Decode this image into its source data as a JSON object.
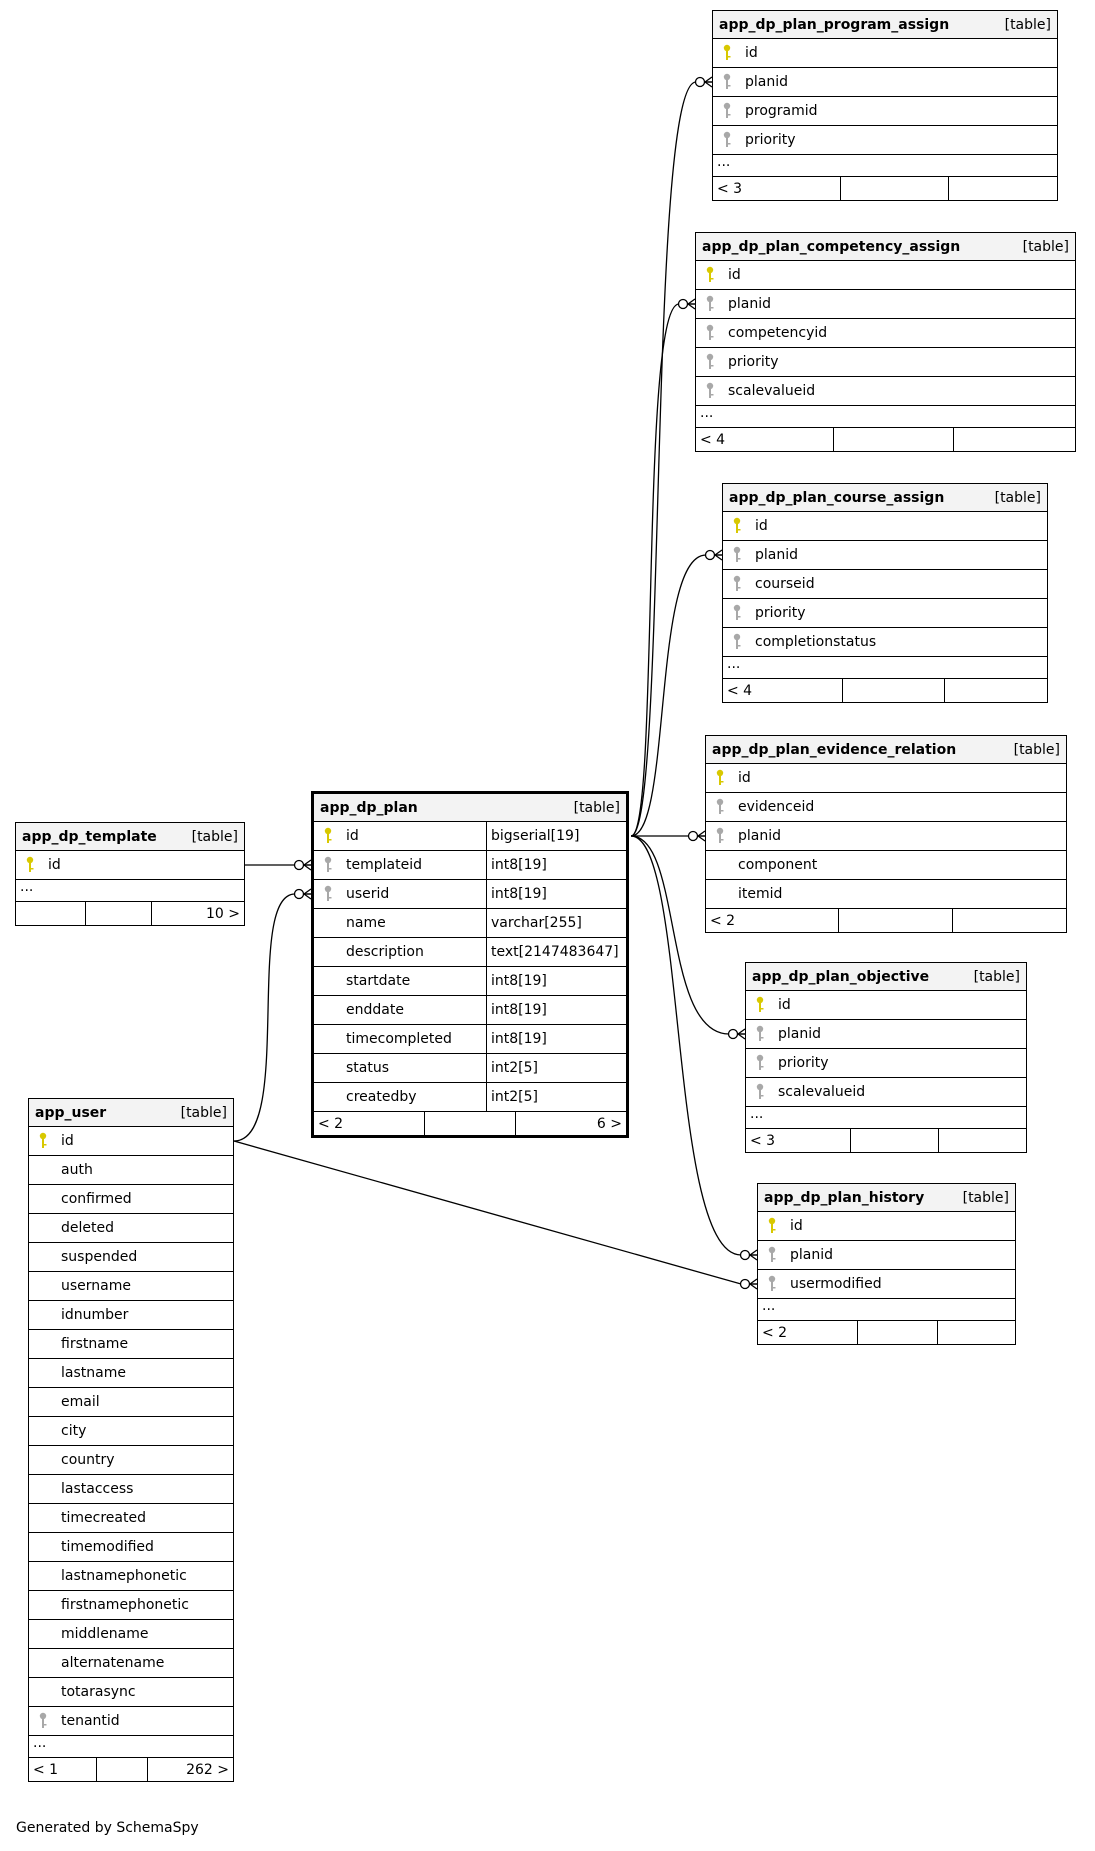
{
  "diagram": {
    "footer": "Generated by SchemaSpy",
    "colors": {
      "primary_key": "#d8c800",
      "foreign_key": "#a8a8a8",
      "header_bg": "#f3f3f3",
      "line": "#000000"
    },
    "tables": [
      {
        "id": "app_dp_plan_program_assign",
        "name": "app_dp_plan_program_assign",
        "type": "[table]",
        "columns": [
          {
            "name": "id",
            "key": "pk"
          },
          {
            "name": "planid",
            "key": "fk"
          },
          {
            "name": "programid",
            "key": "fk"
          },
          {
            "name": "priority",
            "key": "fk"
          }
        ],
        "ellipsis": "...",
        "footer": [
          "< 3",
          "",
          ""
        ]
      },
      {
        "id": "app_dp_plan_competency_assign",
        "name": "app_dp_plan_competency_assign",
        "type": "[table]",
        "columns": [
          {
            "name": "id",
            "key": "pk"
          },
          {
            "name": "planid",
            "key": "fk"
          },
          {
            "name": "competencyid",
            "key": "fk"
          },
          {
            "name": "priority",
            "key": "fk"
          },
          {
            "name": "scalevalueid",
            "key": "fk"
          }
        ],
        "ellipsis": "...",
        "footer": [
          "< 4",
          "",
          ""
        ]
      },
      {
        "id": "app_dp_plan_course_assign",
        "name": "app_dp_plan_course_assign",
        "type": "[table]",
        "columns": [
          {
            "name": "id",
            "key": "pk"
          },
          {
            "name": "planid",
            "key": "fk"
          },
          {
            "name": "courseid",
            "key": "fk"
          },
          {
            "name": "priority",
            "key": "fk"
          },
          {
            "name": "completionstatus",
            "key": "fk"
          }
        ],
        "ellipsis": "...",
        "footer": [
          "< 4",
          "",
          ""
        ]
      },
      {
        "id": "app_dp_plan_evidence_relation",
        "name": "app_dp_plan_evidence_relation",
        "type": "[table]",
        "columns": [
          {
            "name": "id",
            "key": "pk"
          },
          {
            "name": "evidenceid",
            "key": "fk"
          },
          {
            "name": "planid",
            "key": "fk"
          },
          {
            "name": "component",
            "key": ""
          },
          {
            "name": "itemid",
            "key": ""
          }
        ],
        "ellipsis": "",
        "footer": [
          "< 2",
          "",
          ""
        ]
      },
      {
        "id": "app_dp_plan_objective",
        "name": "app_dp_plan_objective",
        "type": "[table]",
        "columns": [
          {
            "name": "id",
            "key": "pk"
          },
          {
            "name": "planid",
            "key": "fk"
          },
          {
            "name": "priority",
            "key": "fk"
          },
          {
            "name": "scalevalueid",
            "key": "fk"
          }
        ],
        "ellipsis": "...",
        "footer": [
          "< 3",
          "",
          ""
        ]
      },
      {
        "id": "app_dp_plan_history",
        "name": "app_dp_plan_history",
        "type": "[table]",
        "columns": [
          {
            "name": "id",
            "key": "pk"
          },
          {
            "name": "planid",
            "key": "fk"
          },
          {
            "name": "usermodified",
            "key": "fk"
          }
        ],
        "ellipsis": "...",
        "footer": [
          "< 2",
          "",
          ""
        ]
      },
      {
        "id": "app_dp_template",
        "name": "app_dp_template",
        "type": "[table]",
        "columns": [
          {
            "name": "id",
            "key": "pk"
          }
        ],
        "ellipsis": "...",
        "footer": [
          "",
          "",
          "10 >"
        ]
      },
      {
        "id": "app_dp_plan",
        "name": "app_dp_plan",
        "type": "[table]",
        "focus": true,
        "columns": [
          {
            "name": "id",
            "key": "pk",
            "type": "bigserial[19]"
          },
          {
            "name": "templateid",
            "key": "fk",
            "type": "int8[19]"
          },
          {
            "name": "userid",
            "key": "fk",
            "type": "int8[19]"
          },
          {
            "name": "name",
            "key": "",
            "type": "varchar[255]"
          },
          {
            "name": "description",
            "key": "",
            "type": "text[2147483647]"
          },
          {
            "name": "startdate",
            "key": "",
            "type": "int8[19]"
          },
          {
            "name": "enddate",
            "key": "",
            "type": "int8[19]"
          },
          {
            "name": "timecompleted",
            "key": "",
            "type": "int8[19]"
          },
          {
            "name": "status",
            "key": "",
            "type": "int2[5]"
          },
          {
            "name": "createdby",
            "key": "",
            "type": "int2[5]"
          }
        ],
        "ellipsis": "",
        "footer": [
          "< 2",
          "",
          "6 >"
        ]
      },
      {
        "id": "app_user",
        "name": "app_user",
        "type": "[table]",
        "columns": [
          {
            "name": "id",
            "key": "pk"
          },
          {
            "name": "auth",
            "key": ""
          },
          {
            "name": "confirmed",
            "key": ""
          },
          {
            "name": "deleted",
            "key": ""
          },
          {
            "name": "suspended",
            "key": ""
          },
          {
            "name": "username",
            "key": ""
          },
          {
            "name": "idnumber",
            "key": ""
          },
          {
            "name": "firstname",
            "key": ""
          },
          {
            "name": "lastname",
            "key": ""
          },
          {
            "name": "email",
            "key": ""
          },
          {
            "name": "city",
            "key": ""
          },
          {
            "name": "country",
            "key": ""
          },
          {
            "name": "lastaccess",
            "key": ""
          },
          {
            "name": "timecreated",
            "key": ""
          },
          {
            "name": "timemodified",
            "key": ""
          },
          {
            "name": "lastnamephonetic",
            "key": ""
          },
          {
            "name": "firstnamephonetic",
            "key": ""
          },
          {
            "name": "middlename",
            "key": ""
          },
          {
            "name": "alternatename",
            "key": ""
          },
          {
            "name": "totarasync",
            "key": ""
          },
          {
            "name": "tenantid",
            "key": "fk"
          }
        ],
        "ellipsis": "...",
        "footer": [
          "< 1",
          "",
          "262 >"
        ]
      }
    ]
  }
}
